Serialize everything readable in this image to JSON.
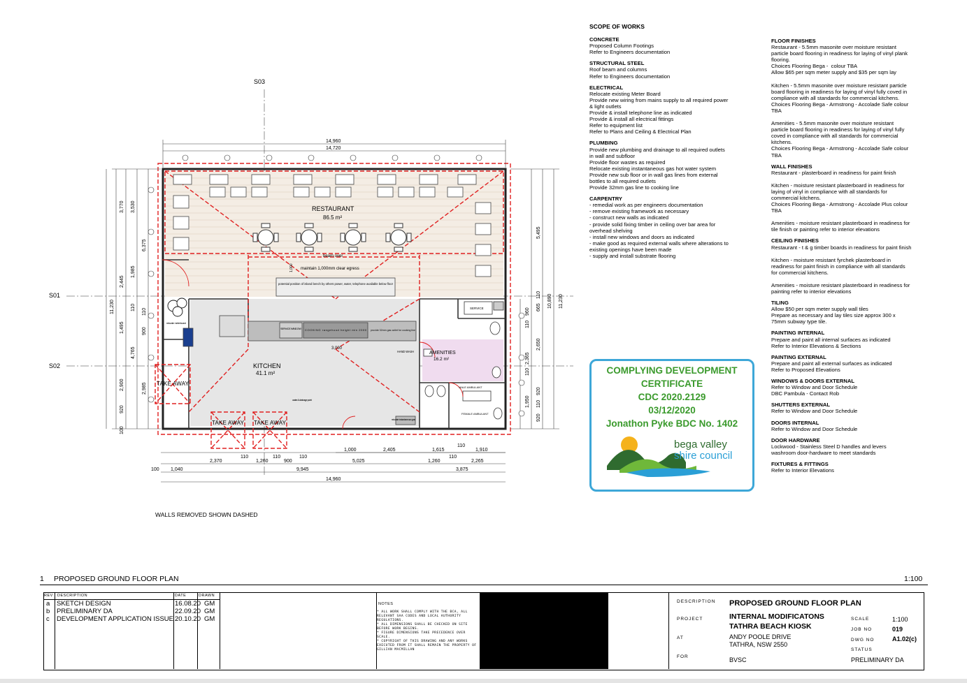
{
  "plan": {
    "sections": {
      "s01": "S01",
      "s02": "S02",
      "s03": "S03"
    },
    "rooms": {
      "restaurant": "RESTAURANT",
      "restaurant_area": "86.5 m²",
      "kitchen": "KITCHEN",
      "kitchen_area": "41.1 m²",
      "amenities": "AMENITIES",
      "amenities_area": "16.2 m²",
      "take_away": "TAKE AWAY",
      "service": "SERVICE",
      "male_ambulant": "MALE AMBULANT",
      "female_ambulant": "FEMALE AMBULANT"
    },
    "notes": {
      "beam_over": "beam over",
      "egress": "maintain 1,000mm clear egress",
      "island": "potential position of island bench by others power, water, telephone available below floor",
      "service_window": "SERVICE WINDOW",
      "cooking": "COOKING rangehood height min 2000",
      "gas": "provide 32mm gas outlet for cooking line",
      "hand_wash": "HAND WASH",
      "water_drainage": "water & drainage point",
      "relocate_meter": "relocate meterboard",
      "relocate_gas": "relocate instantaneous gas",
      "walls_removed": "WALLS REMOVED SHOWN DASHED",
      "dim_3000": "3,000",
      "dim_1000": "1,000"
    },
    "dims": {
      "top_outer": "14,960",
      "top_inner": "14,720",
      "left_a": [
        "3,770",
        "3,530",
        "6,375"
      ],
      "left_b": [
        "2,445",
        "1,985",
        "110",
        "110"
      ],
      "left_c": [
        "1,495",
        "900",
        "4,765"
      ],
      "left_d": [
        "2,900",
        "2,985"
      ],
      "left_e": [
        "920",
        "100"
      ],
      "left_total": "11,230",
      "right_a": "5,495",
      "right_b": [
        "960",
        "665",
        "110",
        "110",
        "2,650",
        "2,365",
        "110",
        "920",
        "1,950",
        "110",
        "920"
      ],
      "right_c": "10,890",
      "right_total": "11,230",
      "bottom_1": [
        "1,000",
        "2,405",
        "1,615",
        "110",
        "1,910"
      ],
      "bottom_2": [
        "2,370",
        "110",
        "1,260",
        "110",
        "900",
        "110",
        "5,025",
        "1,260",
        "110",
        "2,265"
      ],
      "bottom_3": [
        "100",
        "1,040",
        "9,945",
        "3,875"
      ],
      "bottom_total": "14,960"
    }
  },
  "scope": {
    "title": "SCOPE OF WORKS",
    "col1": [
      {
        "h": "CONCRETE",
        "lines": [
          "Proposed Column Footings",
          "Refer to Engineers documentation"
        ]
      },
      {
        "h": "STRUCTURAL STEEL",
        "lines": [
          "Roof beam and columns",
          "Refer to Engineers documentation"
        ]
      },
      {
        "h": "ELECTRICAL",
        "lines": [
          "Relocate existing Meter Board",
          "Provide new wiring from mains supply to all required power",
          "& light outlets",
          "Provide & install telephone line as indicated",
          "Provide & install all electrical fittings",
          "Refer to equipment list",
          "Refer to Plans and Ceiling & Electrical Plan"
        ]
      },
      {
        "h": "PLUMBING",
        "lines": [
          "Provide new plumbing and drainage to all required outlets",
          "in wall and subfloor",
          "Provide floor wastes as required",
          "Relocate existing instantaneous gas hot water system",
          "Provide new sub floor or in wall gas lines from external",
          "bottles to all required outlets",
          "Provide 32mm gas line to cooking line"
        ]
      },
      {
        "h": "CARPENTRY",
        "lines": [
          "- remedial work as per engineers documentation",
          "- remove existing framework as necessary",
          "- construct new walls as indicated",
          "- provide solid fixing timber in ceiling over bar area for",
          "overhead shelving",
          "- install new windows and doors as indicated",
          "- make good as required external walls where alterations to",
          "existing openings have been made",
          "- supply and install substrate flooring"
        ]
      }
    ],
    "col2": [
      {
        "h": "FLOOR FINISHES",
        "lines": [
          "Restaurant - 5.5mm masonite over moisture resistant",
          "particle board flooring in readiness for laying of vinyl plank",
          "flooring.",
          "Choices Flooring Bega -  colour TBA",
          "Allow $65 per sqm meter supply and $35 per sqm lay",
          "",
          "Kitchen - 5.5mm masonite over moisture resistant particle",
          "board flooring in readiness for laying of vinyl fully coved in",
          "compliance with all standards for commercial kitchens.",
          "Choices Flooring Bega - Armstrong - Accolade Safe colour",
          "TBA",
          "",
          "Amenities - 5.5mm masonite over moisture resistant",
          "particle board flooring in readiness for laying of vinyl fully",
          "coved in compliance with all standards for commercial",
          "kitchens.",
          "Choices Flooring Bega - Armstrong - Accolade Safe colour",
          "TBA"
        ]
      },
      {
        "h": "WALL FINISHES",
        "lines": [
          "Restaurant - plasterboard in readiness for paint finish",
          "",
          "Kitchen - moisture resistant plasterboard in readiness for",
          "laying of vinyl in compliance with all standards for",
          "commercial kitchens.",
          "Choices Flooring Bega - Armstrong - Accolade Plus colour",
          "TBA",
          "",
          "Amenities - moisture resistant plasterboard in readiness for",
          "tile finish or painting refer to interior elevations"
        ]
      },
      {
        "h": "CEILING FINISHES",
        "lines": [
          "Restaurant - t & g timber boards in readiness for paint finish",
          "",
          "Kitchen - moisture resistant fyrchek plasterboard in",
          "readiness for paint finish in compliance with all standards",
          "for commercial kitchens.",
          "",
          "Amenities - moisture resistant plasterboard in readiness for",
          "painting refer to interior elevations"
        ]
      },
      {
        "h": "TILING",
        "lines": [
          "Allow $50 per sqm meter supply wall tiles",
          "Prepare as necessary and lay tiles size approx 300 x",
          "75mm subway type tile."
        ]
      },
      {
        "h": "PAINTING INTERNAL",
        "lines": [
          "Prepare and paint all internal surfaces as indicated",
          "Refer to Interior Elevations & Sections"
        ]
      },
      {
        "h": "PAINTING EXTERNAL",
        "lines": [
          "Prepare and paint all external surfaces as indicated",
          "Refer to Proposed Elevations"
        ]
      },
      {
        "h": "WINDOWS & DOORS EXTERNAL",
        "lines": [
          "Refer to Window and Door Schedule",
          "DBC Pambula - Contact Rob"
        ]
      },
      {
        "h": "SHUTTERS EXTERNAL",
        "lines": [
          "Refer to Window and Door Schedule"
        ]
      },
      {
        "h": "DOORS INTERNAL",
        "lines": [
          "Refer to Window and Door Schedule"
        ]
      },
      {
        "h": "DOOR HARDWARE",
        "lines": [
          "Lockwood - Stainless Steel D handles and levers",
          "washroom door-hardware to meet standards"
        ]
      },
      {
        "h": "FIXTURES & FITTINGS",
        "lines": [
          "Refer to Interior Elevations"
        ]
      }
    ]
  },
  "certificate": {
    "lines": [
      "COMPLYING DEVELOPMENT",
      "CERTIFICATE",
      "CDC 2020.2129",
      "03/12/2020",
      "Jonathon Pyke BDC No. 1402"
    ],
    "logo_line1": "bega valley",
    "logo_line2": "shire council",
    "text_color": "#3a9a2c",
    "border_color": "#3da7d8"
  },
  "drawing": {
    "number": "1",
    "title": "PROPOSED GROUND FLOOR PLAN",
    "scale": "1:100"
  },
  "title_block": {
    "rev_headers": [
      "REV",
      "DESCRIPTION",
      "DATE",
      "DRAWN"
    ],
    "revisions": [
      {
        "rev": "a",
        "desc": "SKETCH DESIGN",
        "date": "16.08.20",
        "drawn": "GM"
      },
      {
        "rev": "b",
        "desc": "PRELIMINARY DA",
        "date": "22.09.20",
        "drawn": "GM"
      },
      {
        "rev": "c",
        "desc": "DEVELOPMENT APPLICATION ISSUE",
        "date": "20.10.20",
        "drawn": "GM"
      }
    ],
    "notes_label": "NOTES",
    "notes": [
      "* ALL WORK SHALL COMPLY WITH THE BCA, ALL RELEVANT SAA CODES AND LOCAL AUTHORITY REGULATIONS.",
      "* ALL DIMENSIONS SHALL BE CHECKED ON SITE BEFORE WORK BEGINS.",
      "* FIGURE DIMENSIONS TAKE PRECEDENCE OVER SCALE.",
      "* COPYRIGHT OF THIS DRAWING AND ANY WORKS EXECUTED FROM IT SHALL REMAIN THE PROPERTY OF GILLIAN MACMILLAN"
    ],
    "description_label": "DESCRIPTION",
    "description": "PROPOSED GROUND FLOOR PLAN",
    "project_label": "PROJECT",
    "project_1": "INTERNAL MODIFICATONS",
    "project_2": "TATHRA BEACH KIOSK",
    "at_label": "AT",
    "at_1": "ANDY POOLE DRIVE",
    "at_2": "TATHRA, NSW  2550",
    "for_label": "FOR",
    "for": "BVSC",
    "scale_label": "SCALE",
    "scale": "1:100",
    "job_label": "JOB NO",
    "job": "019",
    "dwg_label": "DWG NO",
    "dwg": "A1.02(c)",
    "status_label": "STATUS",
    "status": "PRELIMINARY DA"
  }
}
